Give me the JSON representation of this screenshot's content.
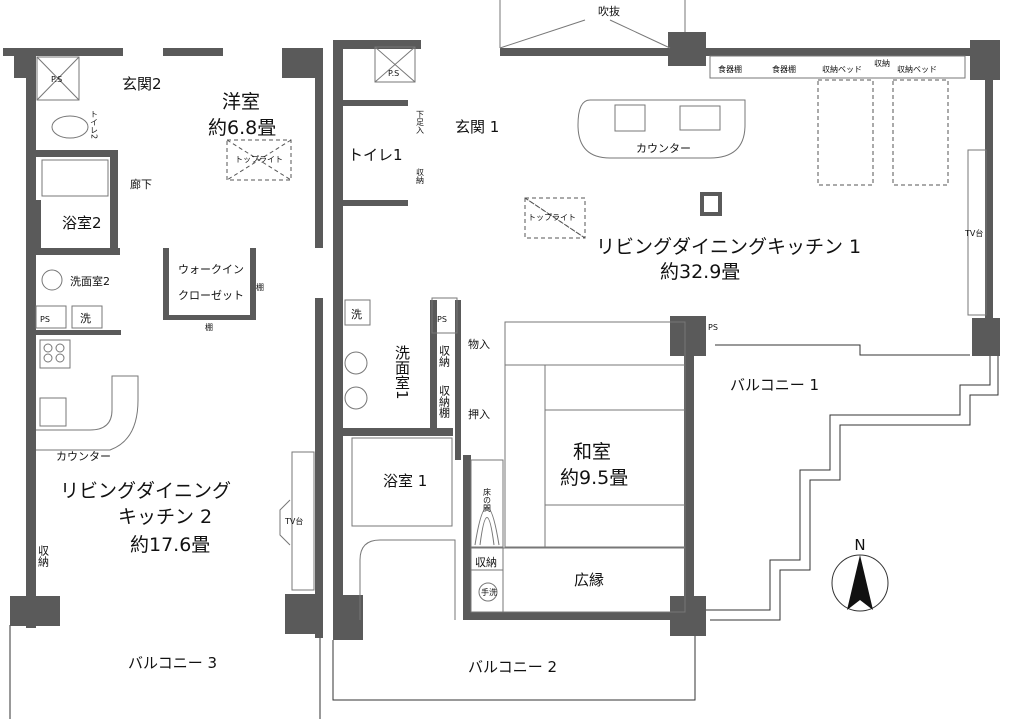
{
  "rooms": {
    "fukinuke": "吹抜",
    "ps": "P.S",
    "ps2": "PS",
    "genkan2": "玄関2",
    "yoshitsu": "洋室",
    "yoshitsu_size": "約6.8畳",
    "toplight": "トップライト",
    "toilet2": "トイレ2",
    "roka": "廊下",
    "yokushitsu2": "浴室2",
    "senmen2": "洗面室2",
    "sen": "洗",
    "walkin1": "ウォークイン",
    "walkin2": "クローゼット",
    "tana": "棚",
    "counter": "カウンター",
    "ldk2_line1": "リビングダイニング",
    "ldk2_line2": "キッチン 2",
    "ldk2_size": "約17.6畳",
    "tvdai": "TV台",
    "shuno": "収納",
    "balcony3": "バルコニー 3",
    "genkan1": "玄関 1",
    "toilet1": "トイレ1",
    "shita_ashi": "下足入",
    "senmen1": "洗面室1",
    "shunodana": "収納棚",
    "monoire": "物入",
    "oshiire": "押入",
    "yokushitsu1": "浴室 1",
    "tokonoma": "床の間",
    "tearai": "手洗",
    "washitsu": "和室",
    "washitsu_size": "約9.5畳",
    "hiroen": "広縁",
    "balcony2": "バルコニー 2",
    "shokkidana": "食器棚",
    "shuno_bed": "収納ベッド",
    "shuno_tana": "収納棚",
    "ldk1": "リビングダイニングキッチン 1",
    "ldk1_size": "約32.9畳",
    "balcony1": "バルコニー 1",
    "north": "N"
  }
}
